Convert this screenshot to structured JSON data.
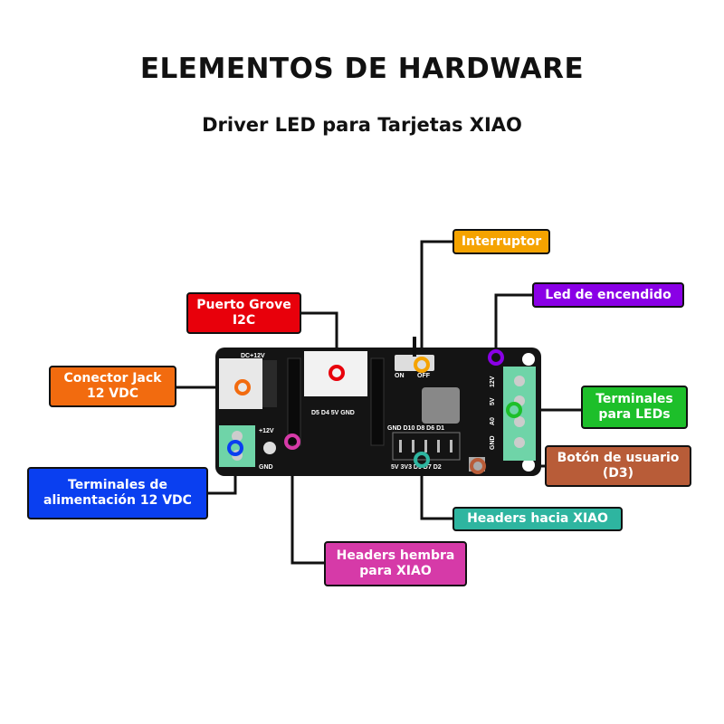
{
  "header": {
    "title": "ELEMENTOS DE HARDWARE",
    "subtitle": "Driver LED para Tarjetas XIAO"
  },
  "board_silkscreen": {
    "dc": "DC+12V",
    "plus12": "+12V",
    "gnd": "GND",
    "on": "ON",
    "off": "OFF",
    "grove_pins": "D5 D4 5V GND",
    "header_top": "GND D10 D8 D6 D1",
    "header_bottom": "5V 3V3 D9 D7 D2",
    "term_12v": "12V",
    "term_5v": "5V",
    "term_a0": "A0",
    "term_gnd": "GND"
  },
  "callouts": [
    {
      "id": "interruptor",
      "text": "Interruptor",
      "color": "#f5a300"
    },
    {
      "id": "led",
      "text": "Led de encendido",
      "color": "#8a00e6"
    },
    {
      "id": "grove",
      "text": "Puerto Grove I2C",
      "color": "#e8000b"
    },
    {
      "id": "jack",
      "text": "Conector Jack 12 VDC",
      "color": "#f26b0f"
    },
    {
      "id": "terminales-leds",
      "text": "Terminales para LEDs",
      "color": "#1dbf2a"
    },
    {
      "id": "boton",
      "text": "Botón de usuario (D3)",
      "color": "#b85c38"
    },
    {
      "id": "terminales-alim",
      "text": "Terminales de alimentación 12 VDC",
      "color": "#0a3ff0"
    },
    {
      "id": "headers-xiao",
      "text": "Headers hacia XIAO",
      "color": "#2eb5a0"
    },
    {
      "id": "headers-hembra",
      "text": "Headers hembra para XIAO",
      "color": "#d63aa8"
    }
  ]
}
